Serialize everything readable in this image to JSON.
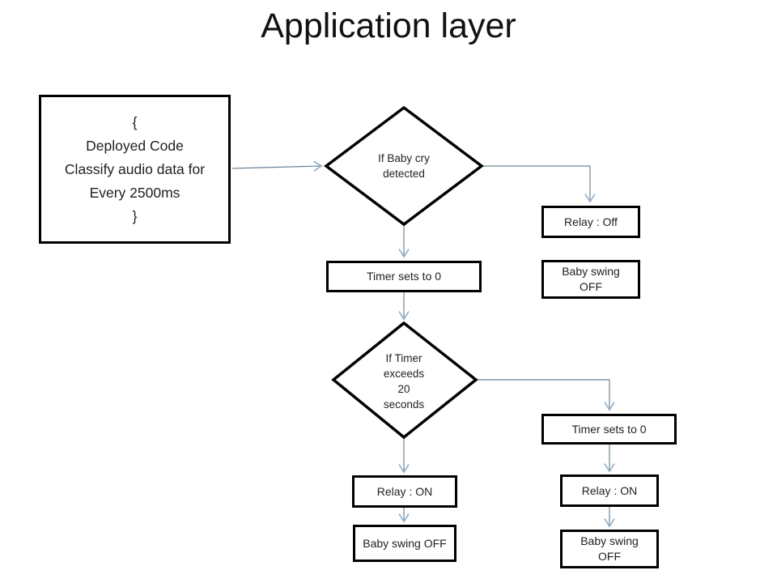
{
  "title": "Application layer",
  "colors": {
    "background": "#ffffff",
    "shape_border": "#000000",
    "connector_line": "#6e8495",
    "connector_arrowhead": "#92b1cc",
    "text": "#1f1f1f"
  },
  "nodes": {
    "deployed_code": {
      "text": "{\nDeployed Code\nClassify audio data for\nEvery 2500ms\n}"
    },
    "decision_baby_cry": {
      "text": "If Baby cry\ndetected"
    },
    "relay_off": {
      "text": "Relay : Off"
    },
    "baby_swing_off_top_right": {
      "text": "Baby swing\nOFF"
    },
    "timer_sets_mid": {
      "text": "Timer sets to 0"
    },
    "decision_timer": {
      "text": "If  Timer\nexceeds\n20\nseconds"
    },
    "timer_sets_right": {
      "text": "Timer sets to 0"
    },
    "relay_on_left": {
      "text": "Relay : ON"
    },
    "baby_swing_off_left": {
      "text": "Baby swing OFF"
    },
    "relay_on_right": {
      "text": "Relay : ON"
    },
    "baby_swing_off_bottom_right": {
      "text": "Baby swing\nOFF"
    }
  }
}
